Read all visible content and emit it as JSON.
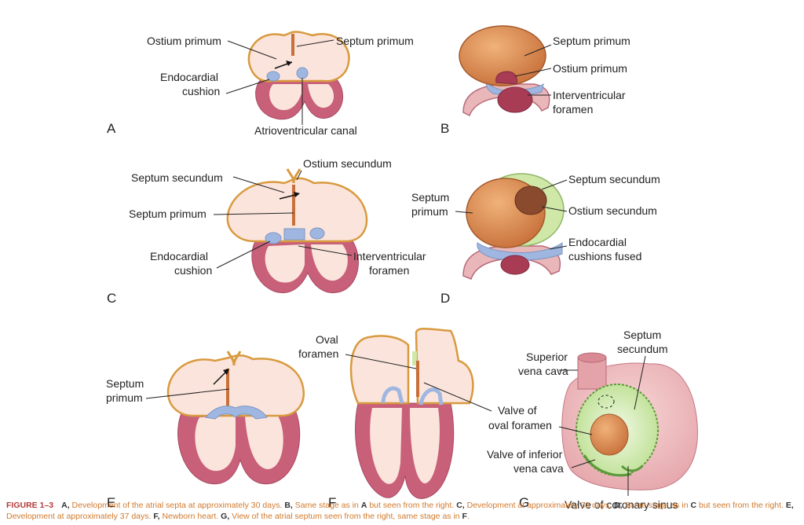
{
  "panels": {
    "A": {
      "letter": "A",
      "labels": {
        "ostium_primum": "Ostium primum",
        "septum_primum": "Septum primum",
        "endocardial_cushion_1": "Endocardial",
        "endocardial_cushion_2": "cushion",
        "atrioventricular_canal": "Atrioventricular canal"
      }
    },
    "B": {
      "letter": "B",
      "labels": {
        "septum_primum": "Septum primum",
        "ostium_primum": "Ostium primum",
        "interventricular_1": "Interventricular",
        "interventricular_2": "foramen"
      }
    },
    "C": {
      "letter": "C",
      "labels": {
        "ostium_secundum": "Ostium secundum",
        "septum_secundum": "Septum secundum",
        "septum_primum": "Septum primum",
        "endocardial_cushion_1": "Endocardial",
        "endocardial_cushion_2": "cushion",
        "interventricular_1": "Interventricular",
        "interventricular_2": "foramen"
      }
    },
    "D": {
      "letter": "D",
      "labels": {
        "septum_primum_1": "Septum",
        "septum_primum_2": "primum",
        "septum_secundum": "Septum secundum",
        "ostium_secundum": "Ostium secundum",
        "cushions_fused_1": "Endocardial",
        "cushions_fused_2": "cushions fused"
      }
    },
    "E": {
      "letter": "E",
      "labels": {
        "septum_primum_1": "Septum",
        "septum_primum_2": "primum"
      }
    },
    "F": {
      "letter": "F",
      "labels": {
        "oval_foramen_1": "Oval",
        "oval_foramen_2": "foramen",
        "valve_oval_1": "Valve of",
        "valve_oval_2": "oval foramen"
      }
    },
    "G": {
      "letter": "G",
      "labels": {
        "superior_vena_cava_1": "Superior",
        "superior_vena_cava_2": "vena cava",
        "septum_secundum_1": "Septum",
        "septum_secundum_2": "secundum",
        "valve_inferior_1": "Valve of inferior",
        "valve_inferior_2": "vena cava",
        "valve_coronary_sinus": "Valve of coronary sinus"
      }
    }
  },
  "caption": {
    "figure_label": "FIGURE 1–3",
    "a_letter": "A,",
    "a_text": " Development of the atrial septa at approximately 30 days. ",
    "b_letter": "B,",
    "b_text": " Same stage as in ",
    "b_ref": "A",
    "b_text2": " but seen from the right. ",
    "c_letter": "C,",
    "c_text": " Development at approximately 33 days. ",
    "d_letter": "D,",
    "d_text": " Same stage as in ",
    "d_ref": "C",
    "d_text2": " but seen from the right. ",
    "e_letter": "E,",
    "e_text": " Development at approximately 37 days. ",
    "f_letter": "F,",
    "f_text": " Newborn heart. ",
    "g_letter": "G,",
    "g_text": " View of the atrial septum seen from the right, same stage as in ",
    "g_ref": "F",
    "g_end": "."
  },
  "colors": {
    "atrium_fill": "#fbe4dc",
    "atrium_outline": "#d89a3e",
    "ventricle": "#c9607a",
    "ventricle_inner": "#fbe4dc",
    "cushion": "#9fb7e0",
    "septum_primum_orange": "#d9834f",
    "septum_secundum_green": "#cfe8a8",
    "ivc_dark": "#a83c55",
    "caption_text": "#d07a2e",
    "caption_label": "#b23a3a"
  }
}
